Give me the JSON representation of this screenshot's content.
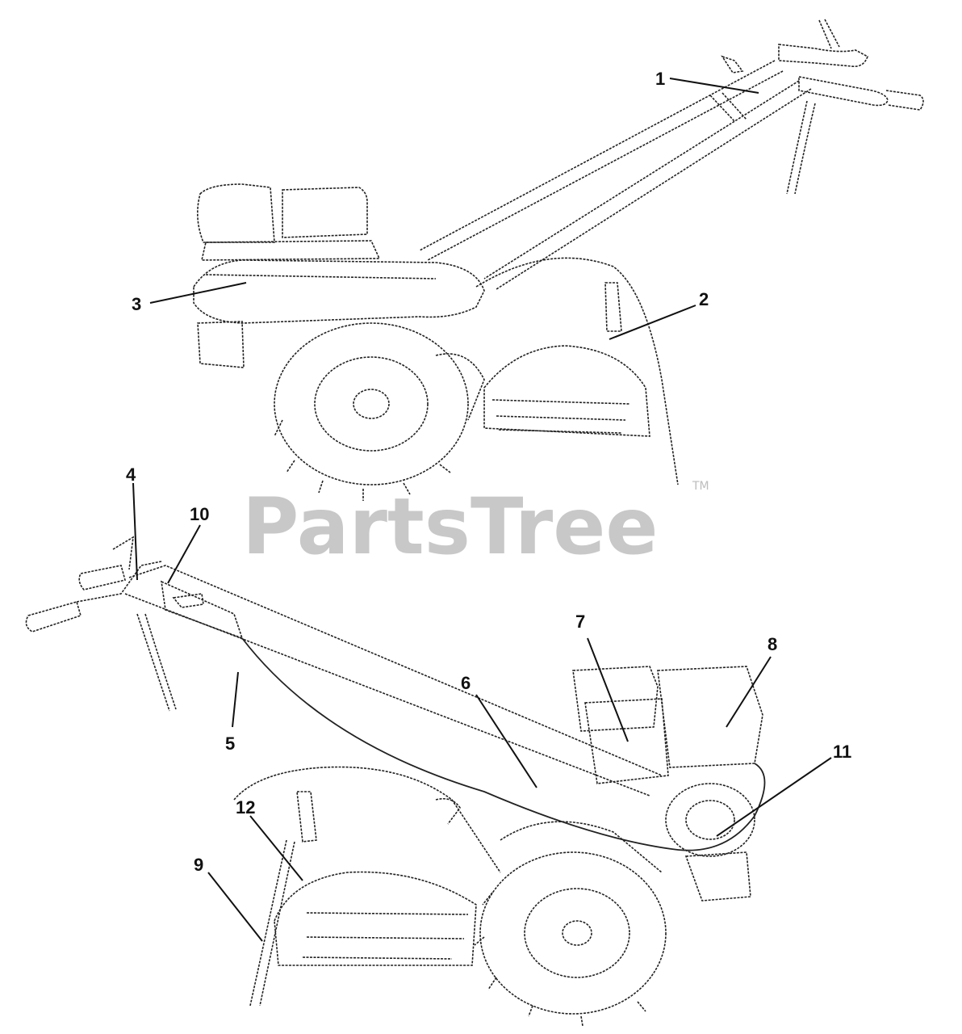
{
  "watermark": {
    "text": "PartsTree",
    "trademark": "TM",
    "color": "#c8c8c8"
  },
  "callouts": [
    {
      "id": "1",
      "label": "1"
    },
    {
      "id": "2",
      "label": "2"
    },
    {
      "id": "3",
      "label": "3"
    },
    {
      "id": "4",
      "label": "4"
    },
    {
      "id": "5",
      "label": "5"
    },
    {
      "id": "6",
      "label": "6"
    },
    {
      "id": "7",
      "label": "7"
    },
    {
      "id": "8",
      "label": "8"
    },
    {
      "id": "9",
      "label": "9"
    },
    {
      "id": "10",
      "label": "10"
    },
    {
      "id": "11",
      "label": "11"
    },
    {
      "id": "12",
      "label": "12"
    }
  ],
  "icons": [
    "tiller-upper-view",
    "tiller-lower-view"
  ]
}
